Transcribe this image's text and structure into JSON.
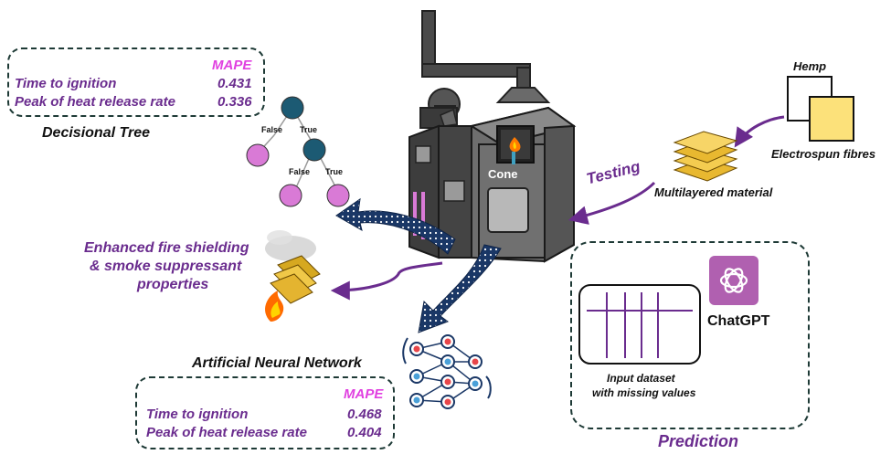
{
  "decision_tree": {
    "title": "Decisional Tree",
    "mape_header": "MAPE",
    "rows": [
      {
        "label": "Time to ignition",
        "value": "0.431"
      },
      {
        "label": "Peak of heat release rate",
        "value": "0.336"
      }
    ],
    "node_labels": [
      "False",
      "True",
      "False",
      "True"
    ]
  },
  "ann": {
    "title": "Artificial Neural Network",
    "mape_header": "MAPE",
    "rows": [
      {
        "label": "Time to ignition",
        "value": "0.468"
      },
      {
        "label": "Peak of heat release rate",
        "value": "0.404"
      }
    ]
  },
  "cone": {
    "label": "Cone"
  },
  "materials": {
    "hemp": "Hemp",
    "electrospun": "Electrospun fibres",
    "multilayered": "Multilayered material",
    "testing": "Testing"
  },
  "enhanced": {
    "line1": "Enhanced fire shielding",
    "line2": "& smoke suppressant",
    "line3": "properties"
  },
  "prediction": {
    "chatgpt": "ChatGPT",
    "dataset_line1": "Input dataset",
    "dataset_line2": "with missing values",
    "title": "Prediction"
  },
  "colors": {
    "purple": "#6a2c8e",
    "magenta": "#e040e0",
    "navy": "#1a3766",
    "tree_node_dark": "#1c5a73",
    "tree_node_leaf": "#d97ad6"
  }
}
